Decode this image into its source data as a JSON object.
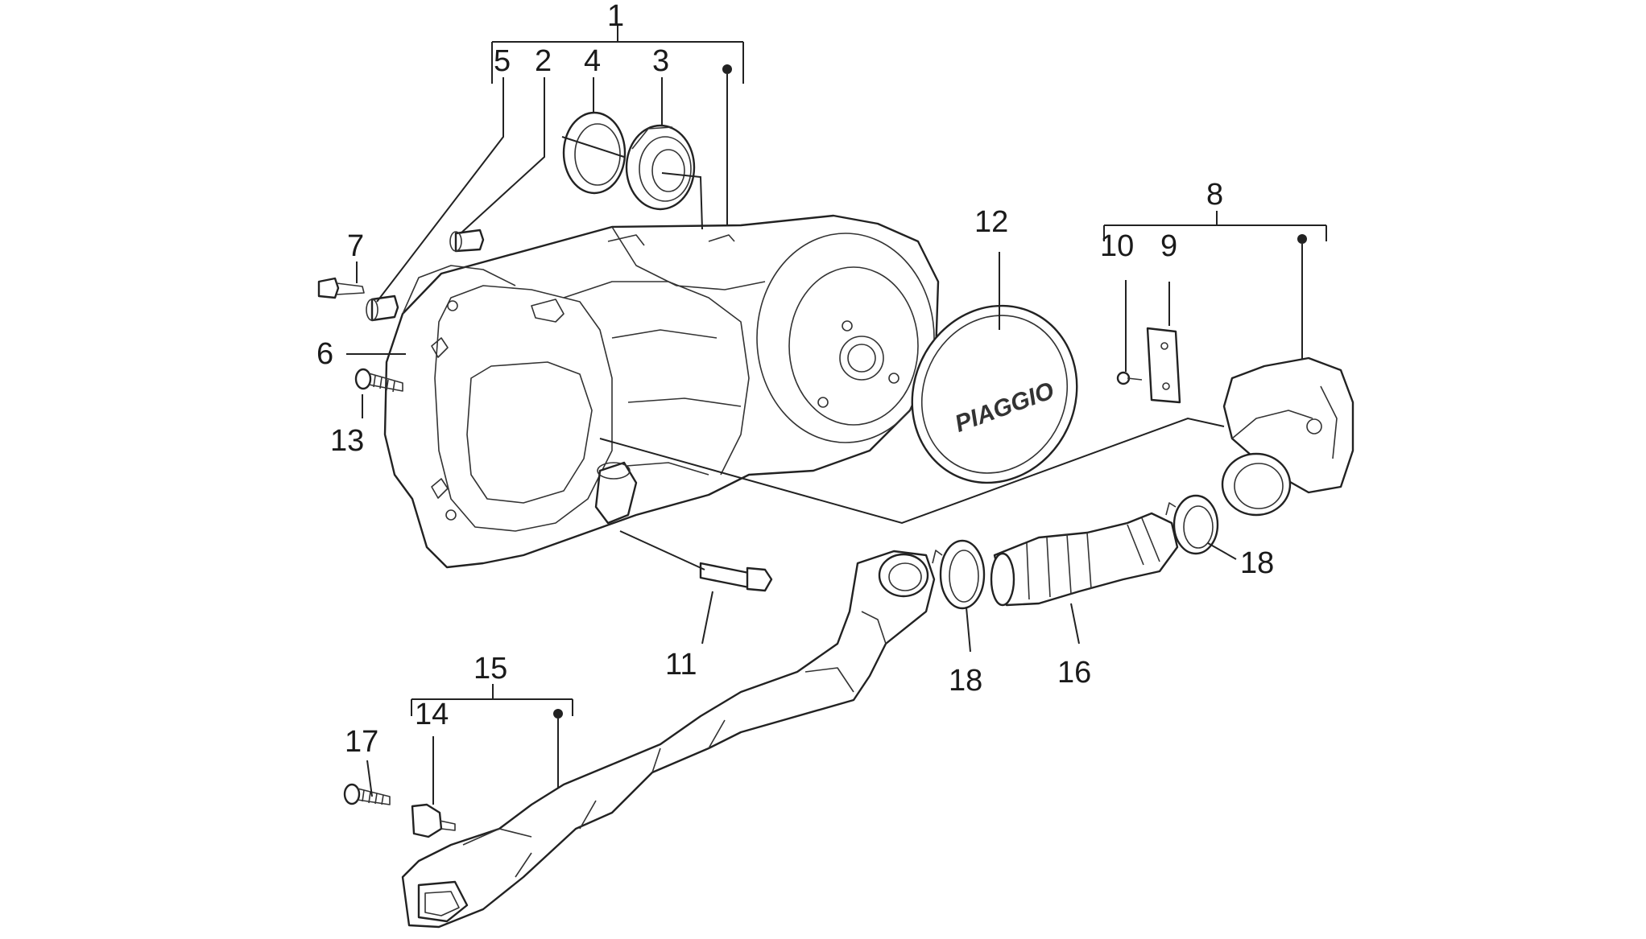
{
  "diagram": {
    "brand_text": "PIAGGIO",
    "callouts": [
      {
        "id": "c1",
        "label": "1"
      },
      {
        "id": "c2",
        "label": "2"
      },
      {
        "id": "c3",
        "label": "3"
      },
      {
        "id": "c4",
        "label": "4"
      },
      {
        "id": "c5",
        "label": "5"
      },
      {
        "id": "c6",
        "label": "6"
      },
      {
        "id": "c7",
        "label": "7"
      },
      {
        "id": "c8",
        "label": "8"
      },
      {
        "id": "c9",
        "label": "9"
      },
      {
        "id": "c10",
        "label": "10"
      },
      {
        "id": "c11",
        "label": "11"
      },
      {
        "id": "c12",
        "label": "12"
      },
      {
        "id": "c13",
        "label": "13"
      },
      {
        "id": "c14",
        "label": "14"
      },
      {
        "id": "c15",
        "label": "15"
      },
      {
        "id": "c16",
        "label": "16"
      },
      {
        "id": "c17",
        "label": "17"
      },
      {
        "id": "c18a",
        "label": "18"
      },
      {
        "id": "c18b",
        "label": "18"
      }
    ],
    "colors": {
      "line": "#222222",
      "background": "#ffffff"
    }
  }
}
